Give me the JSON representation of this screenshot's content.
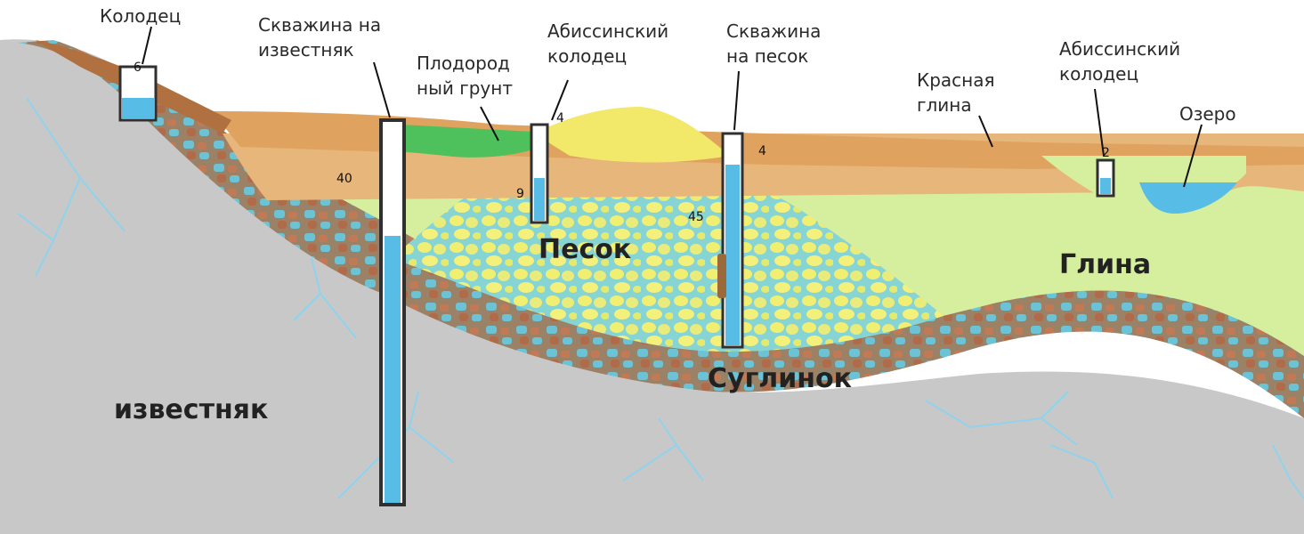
{
  "labels": {
    "well": "Колодец",
    "limestone_bore": "Скважина на известняк",
    "fertile_soil": "Плодородный грунт",
    "abyssinian_1": "Абиссинский колодец",
    "sand_bore": "Скважина на песок",
    "red_clay": "Красная глина",
    "abyssinian_2": "Абиссинский колодец",
    "lake": "Озеро",
    "sand": "Песок",
    "clay": "Глина",
    "loam": "Суглинок",
    "limestone": "известняк"
  },
  "depths": {
    "well": "6",
    "abyssinian_1_top": "4",
    "abyssinian_1_mid": "9",
    "sand_bore_top": "4",
    "sand_bore_mid": "45",
    "limestone_left": "40",
    "abyssinian_2": "2"
  },
  "colors": {
    "limestone": "#c8c8c8",
    "loam": "#9b8266",
    "clay": "#d6ef9e",
    "sand": "#f1ef72",
    "red_clay": "#e0a35f",
    "fertile": "#4fc15c",
    "water": "#58bde6",
    "pipe": "#303030"
  }
}
